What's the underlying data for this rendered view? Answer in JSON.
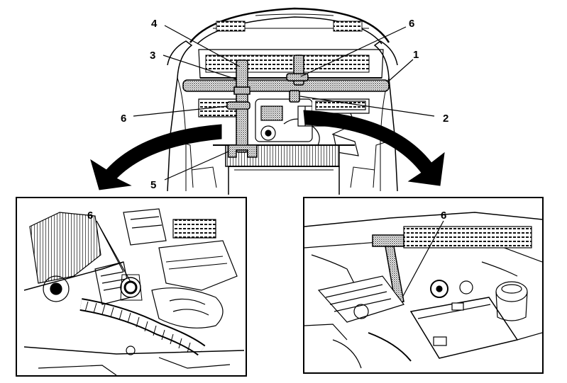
{
  "callouts": {
    "top": {
      "c1": "1",
      "c2": "2",
      "c3": "3",
      "c4": "4",
      "c5": "5",
      "c6_upper": "6",
      "c6_left": "6"
    },
    "left_inset": {
      "c6": "6"
    },
    "right_inset": {
      "c6": "6"
    }
  },
  "colors": {
    "line": "#000000",
    "background": "#ffffff",
    "tool_stipple": "#5a5a5a"
  },
  "icons": {
    "arrow_left": "curved-arrow-left-icon",
    "arrow_right": "curved-arrow-right-icon"
  }
}
